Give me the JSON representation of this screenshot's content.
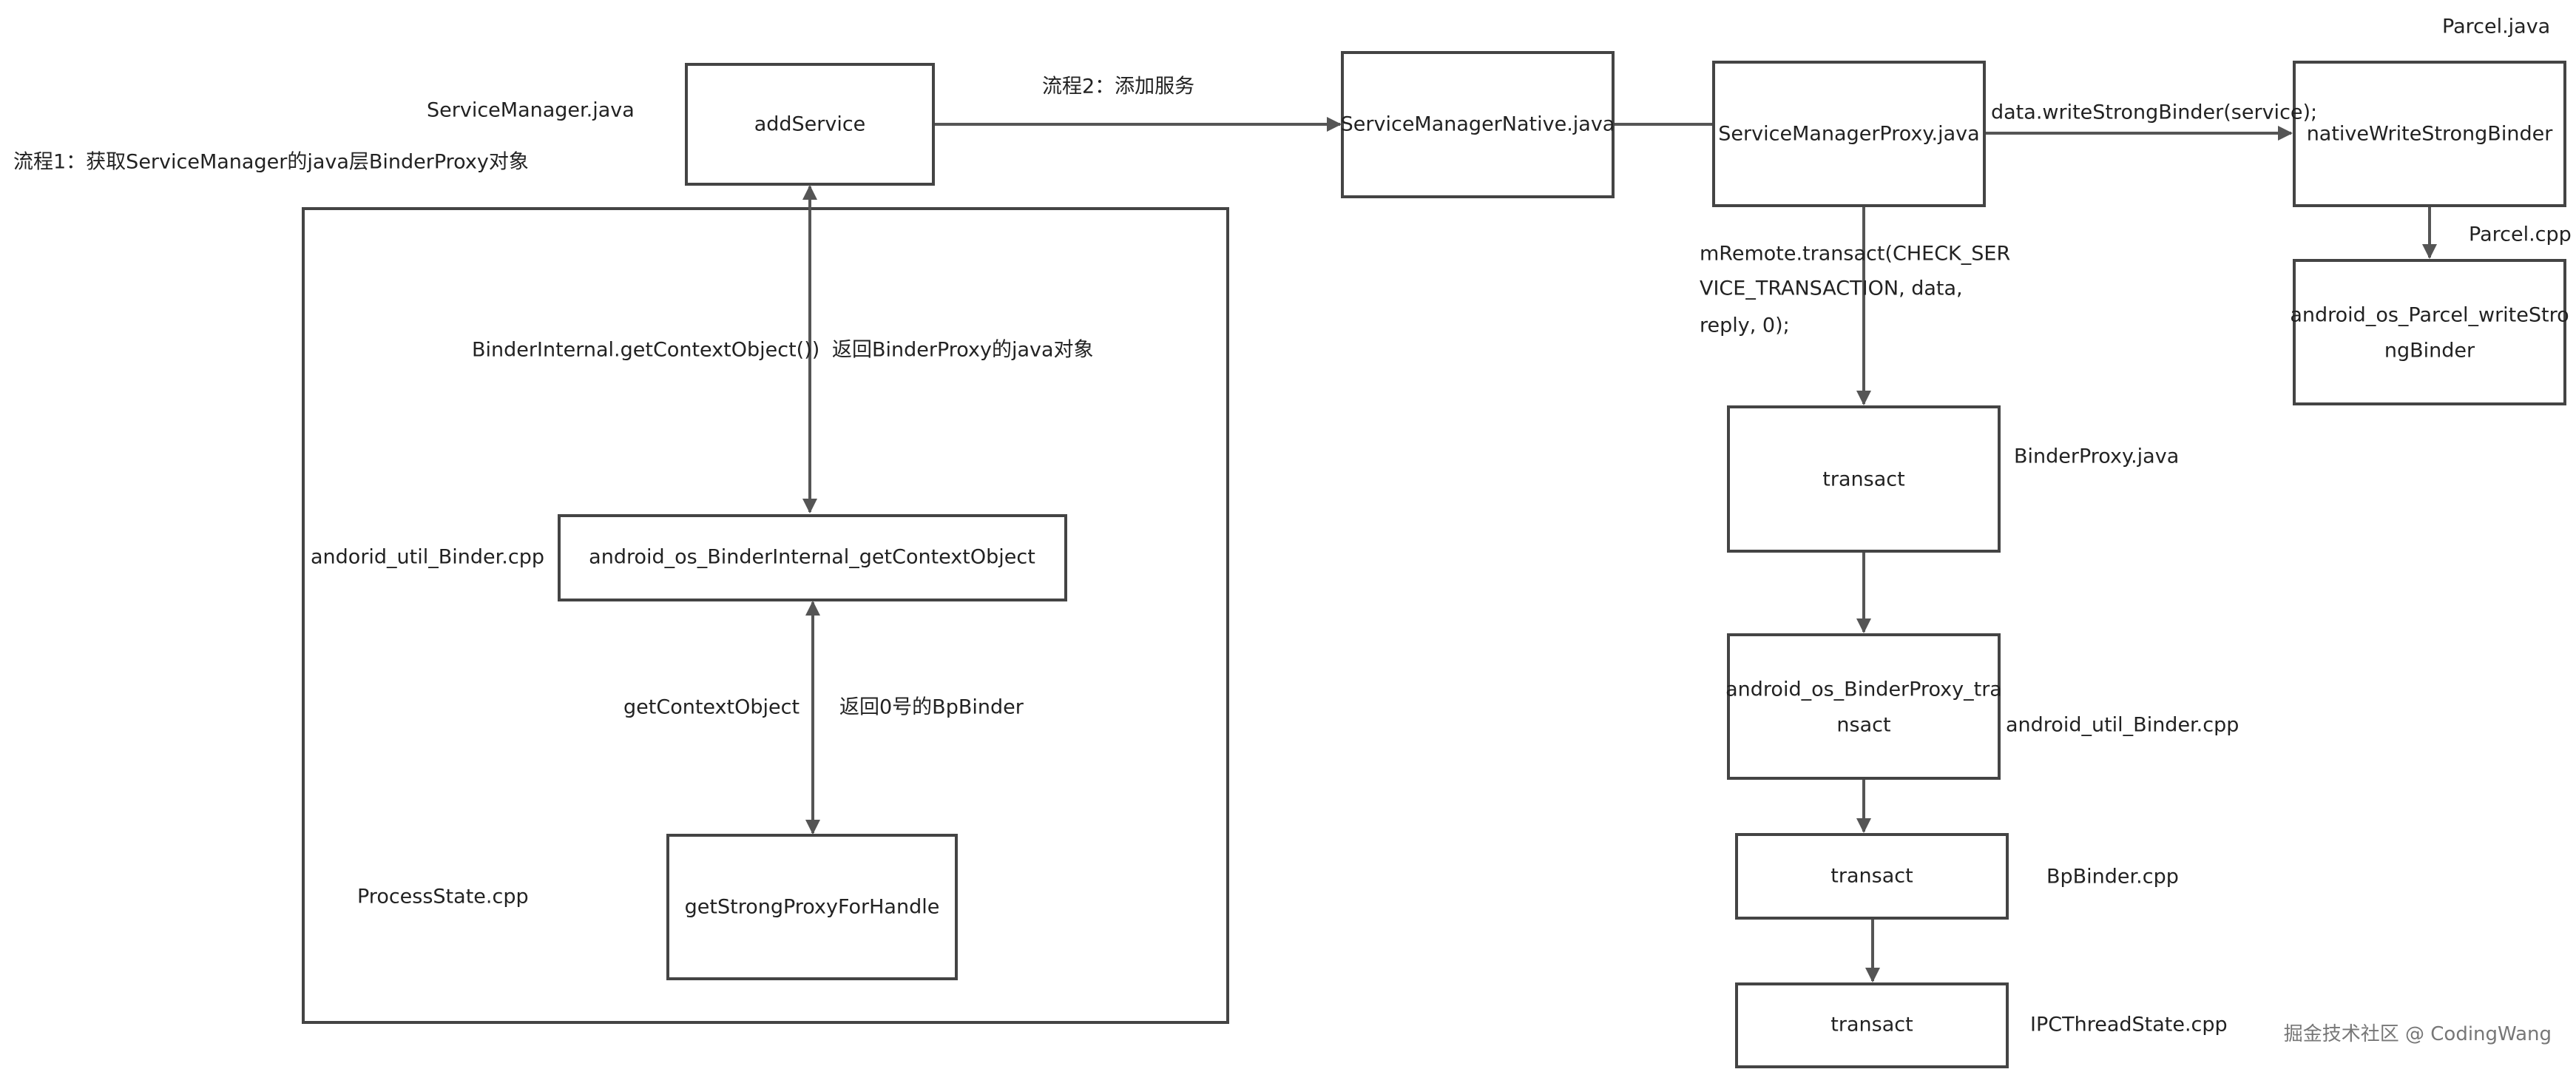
{
  "nodes": {
    "add_service": "addService",
    "service_manager_native": "ServiceManagerNative.java",
    "service_manager_proxy": "ServiceManagerProxy.java",
    "native_write_strong_binder": "nativeWriteStrongBinder",
    "android_os_parcel_write_strong_binder": [
      "android_os_Parcel_writeStro",
      "ngBinder"
    ],
    "android_os_binder_internal_get_context_object": "android_os_BinderInternal_getContextObject",
    "get_strong_proxy_for_handle": "getStrongProxyForHandle",
    "transact_binder_proxy": "transact",
    "android_os_binder_proxy_transact": [
      "android_os_BinderProxy_tra",
      "nsact"
    ],
    "transact_bp_binder": "transact",
    "transact_ipc_thread_state": "transact"
  },
  "labels": {
    "service_manager_java": "ServiceManager.java",
    "flow1": "流程1：获取ServiceManager的java层BinderProxy对象",
    "flow2": "流程2：添加服务",
    "binder_internal_get_context": "BinderInternal.getContextObject())",
    "return_binder_proxy": "返回BinderProxy的java对象",
    "andorid_util_binder_cpp": "andorid_util_Binder.cpp",
    "get_context_object": "getContextObject",
    "return_bp_binder": "返回0号的BpBinder",
    "process_state_cpp": "ProcessState.cpp",
    "write_strong_binder_call": "data.writeStrongBinder(service);",
    "parcel_java": "Parcel.java",
    "parcel_cpp": "Parcel.cpp",
    "remote_transact": [
      "mRemote.transact(CHECK_SER",
      "VICE_TRANSACTION, data,",
      "reply, 0);"
    ],
    "binder_proxy_java": "BinderProxy.java",
    "android_util_binder_cpp": "android_util_Binder.cpp",
    "bp_binder_cpp": "BpBinder.cpp",
    "ipc_thread_state_cpp": "IPCThreadState.cpp"
  },
  "watermark": "掘金技术社区 @ CodingWang"
}
